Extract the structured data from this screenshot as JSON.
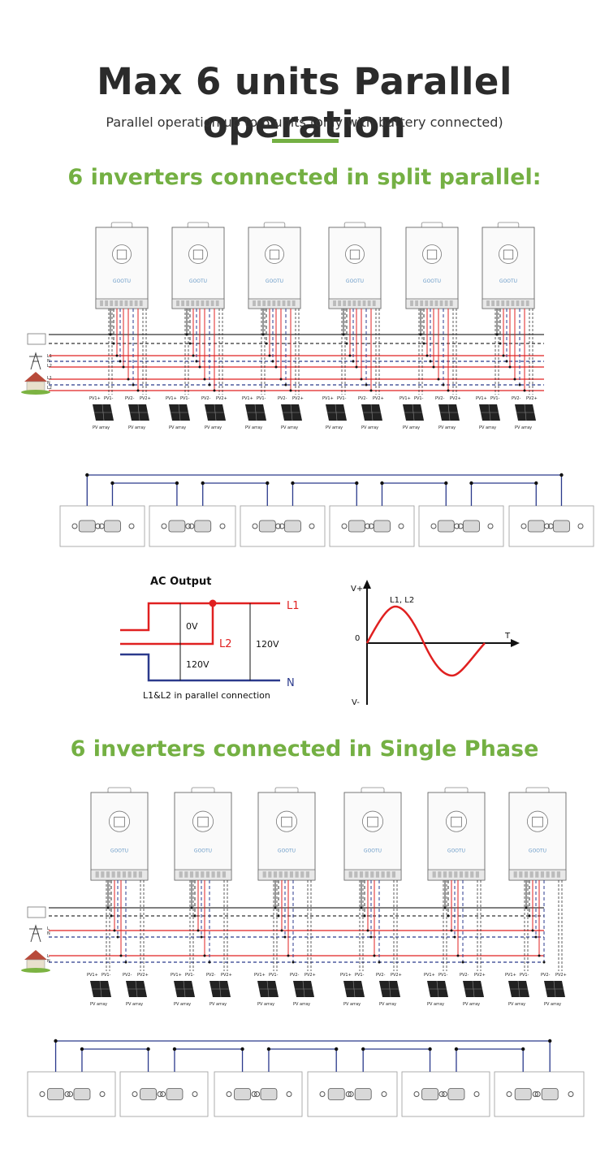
{
  "title": "Max 6 units Parallel operation",
  "subtitle": "Parallel operation up to 6 units (only with battery connected)",
  "colors": {
    "accent": "#74b043",
    "red_line": "#e02020",
    "blue_line": "#2b3a8c"
  },
  "sections": {
    "split": {
      "heading": "6 inverters connected in split parallel:",
      "brand": "GOOTU",
      "grid_labels": [
        "L1",
        "N",
        "L2"
      ],
      "load_labels": [
        "L1",
        "N",
        "L2"
      ],
      "pv_labels": [
        "PV1+",
        "PV1-",
        "PV2-",
        "PV2+"
      ],
      "pv_caption": "PV array"
    },
    "single": {
      "heading": "6 inverters connected in Single Phase",
      "brand": "GOOTU",
      "grid_labels": [
        "L",
        "N"
      ],
      "load_labels": [
        "L",
        "N"
      ],
      "pv_labels": [
        "PV1+",
        "PV1-",
        "PV2-",
        "PV2+"
      ],
      "pv_caption": "PV array"
    }
  },
  "ac_output": {
    "title": "AC Output",
    "l1": "L1",
    "l2": "L2",
    "n": "N",
    "v0": "0V",
    "v120a": "120V",
    "v120b": "120V",
    "caption": "L1&L2 in parallel connection"
  },
  "waveform": {
    "vplus": "V+",
    "vminus": "V-",
    "zero": "0",
    "t": "T",
    "label": "L1, L2"
  }
}
